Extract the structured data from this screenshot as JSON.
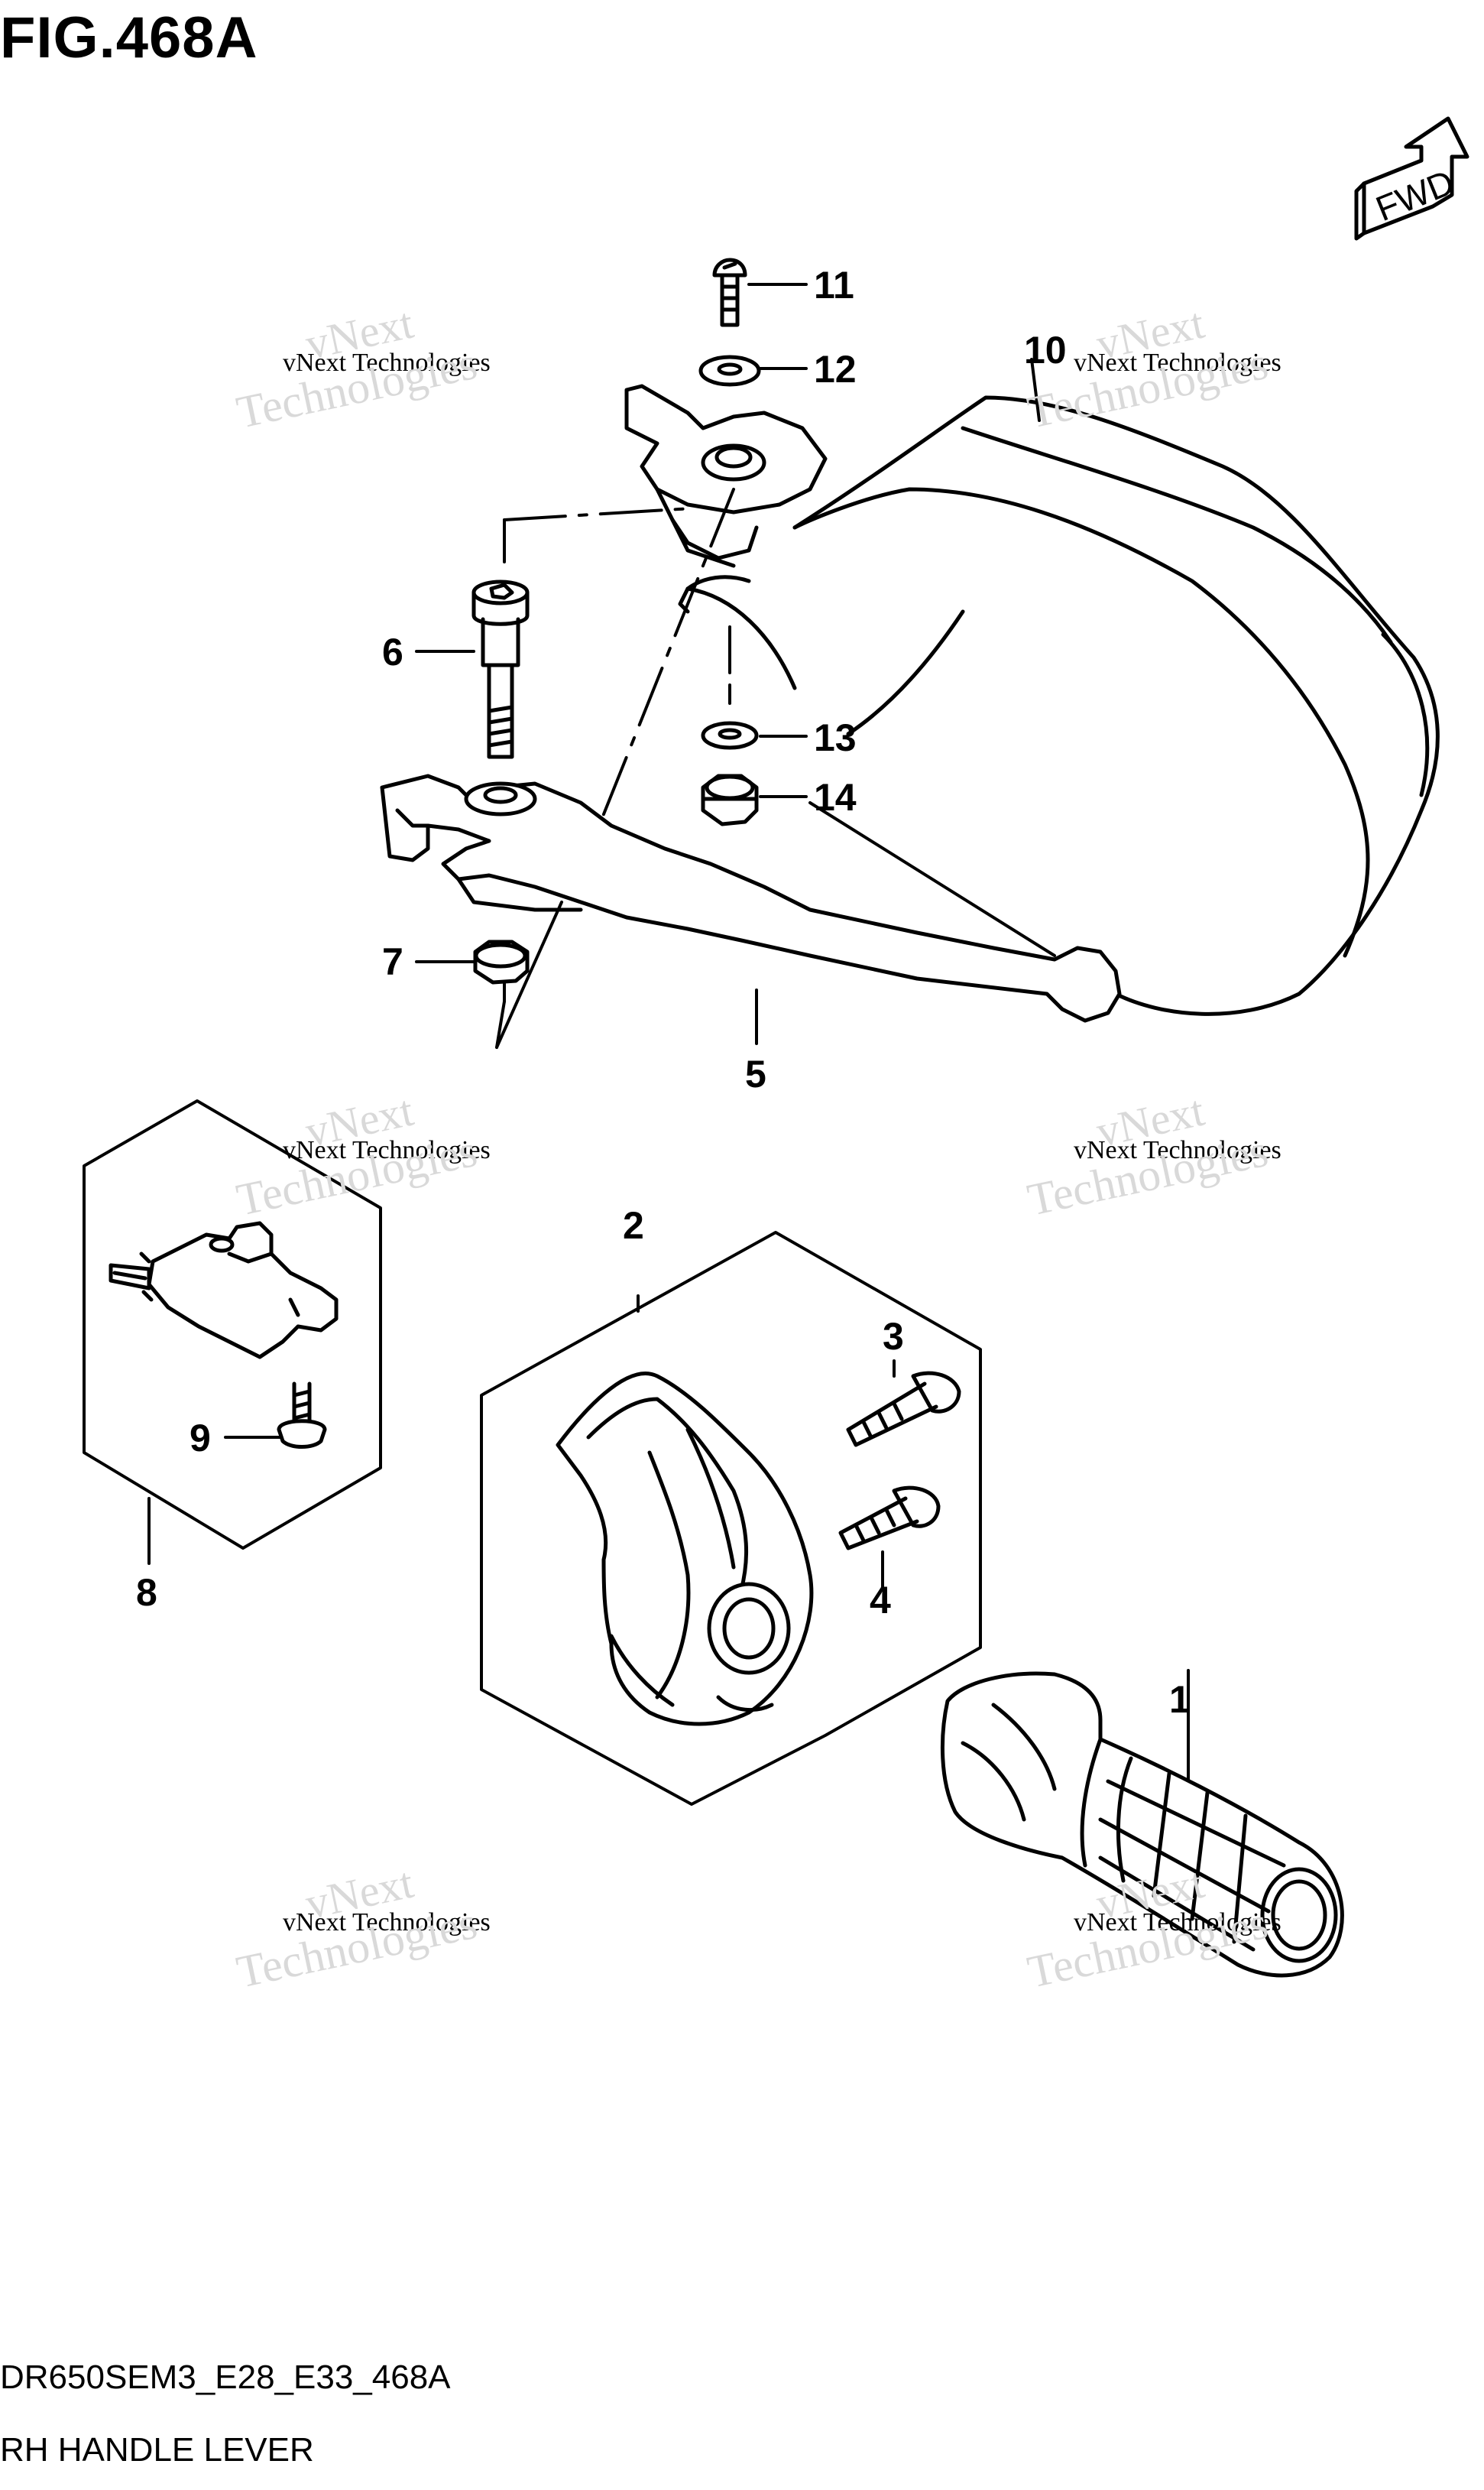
{
  "figure": {
    "title": "FIG.468A",
    "diagram_code": "DR650SEM3_E28_E33_468A",
    "caption": "RH HANDLE LEVER",
    "fwd_label": "FWD"
  },
  "watermark": {
    "line1": "vNext",
    "line2": "vNext Technologies",
    "line3": "Technologies"
  },
  "callouts": [
    "1",
    "2",
    "3",
    "4",
    "5",
    "6",
    "7",
    "8",
    "9",
    "10",
    "11",
    "12",
    "13",
    "14"
  ],
  "icons": {
    "fwd": "fwd-arrow-icon"
  }
}
